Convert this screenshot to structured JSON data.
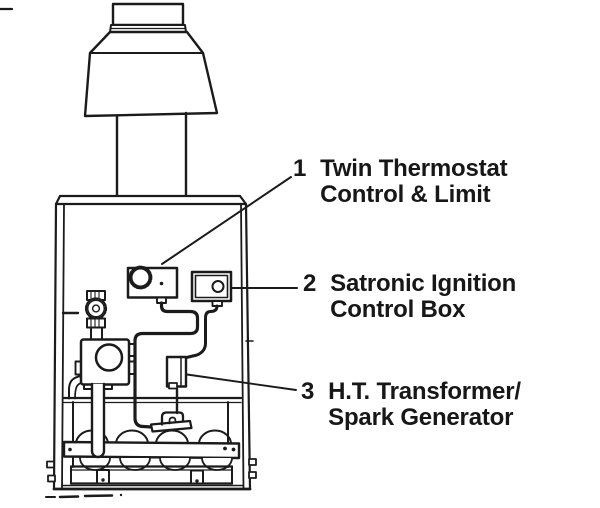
{
  "figure": {
    "background_color": "#ffffff",
    "ink_color": "#1b1b1b",
    "callouts": [
      {
        "number": "1",
        "lines": [
          "Twin Thermostat",
          "Control & Limit"
        ]
      },
      {
        "number": "2",
        "lines": [
          "Satronic Ignition",
          "Control Box"
        ]
      },
      {
        "number": "3",
        "lines": [
          "H.T. Transformer/",
          "Spark Generator"
        ]
      }
    ]
  }
}
